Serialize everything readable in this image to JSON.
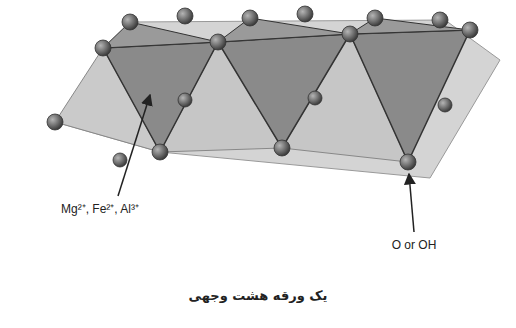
{
  "diagram": {
    "caption": "یک ورقه هشت وجهی",
    "labels": [
      "Mg²⁺, Fe²⁺, Al³⁺",
      "O or OH"
    ]
  }
}
